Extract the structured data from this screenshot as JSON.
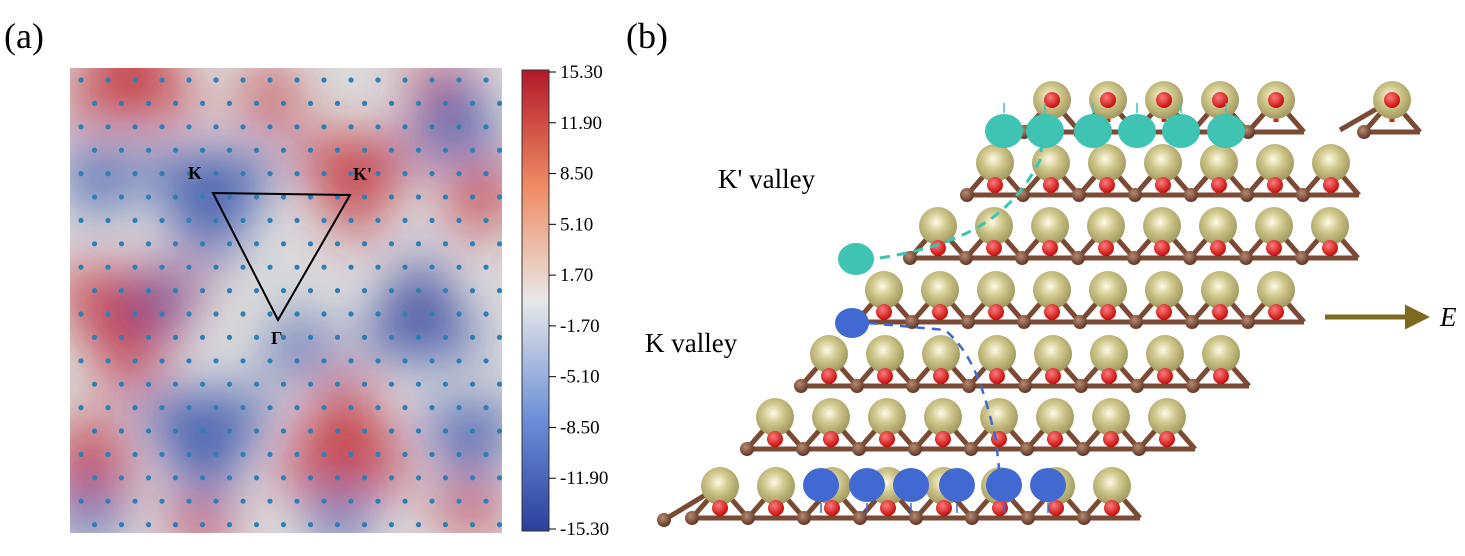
{
  "panel_a": {
    "label": "(a)",
    "points": {
      "K": "K",
      "Kp": "K'",
      "Gamma": "Γ"
    },
    "colorbar_ticks": [
      "15.30",
      "11.90",
      "8.50",
      "5.10",
      "1.70",
      "-1.70",
      "-5.10",
      "-8.50",
      "-11.90",
      "-15.30"
    ]
  },
  "panel_b": {
    "label": "(b)",
    "kp_valley": "K' valley",
    "k_valley": "K valley",
    "field_label": "E"
  },
  "colors": {
    "hot": "#c2272d",
    "cold": "#2f4aa8",
    "neutral": "#dcdcdc",
    "dot": "#2f7fb5",
    "large_atom": "#b6ad6e",
    "small_atom": "#7a4a35",
    "oxygen": "#e21a1a",
    "bond_red": "#e21a1a",
    "bond_brown": "#7a4a35",
    "teal": "#3fc3b2",
    "blue": "#4169d1",
    "arrow": "#7d6a1e"
  }
}
